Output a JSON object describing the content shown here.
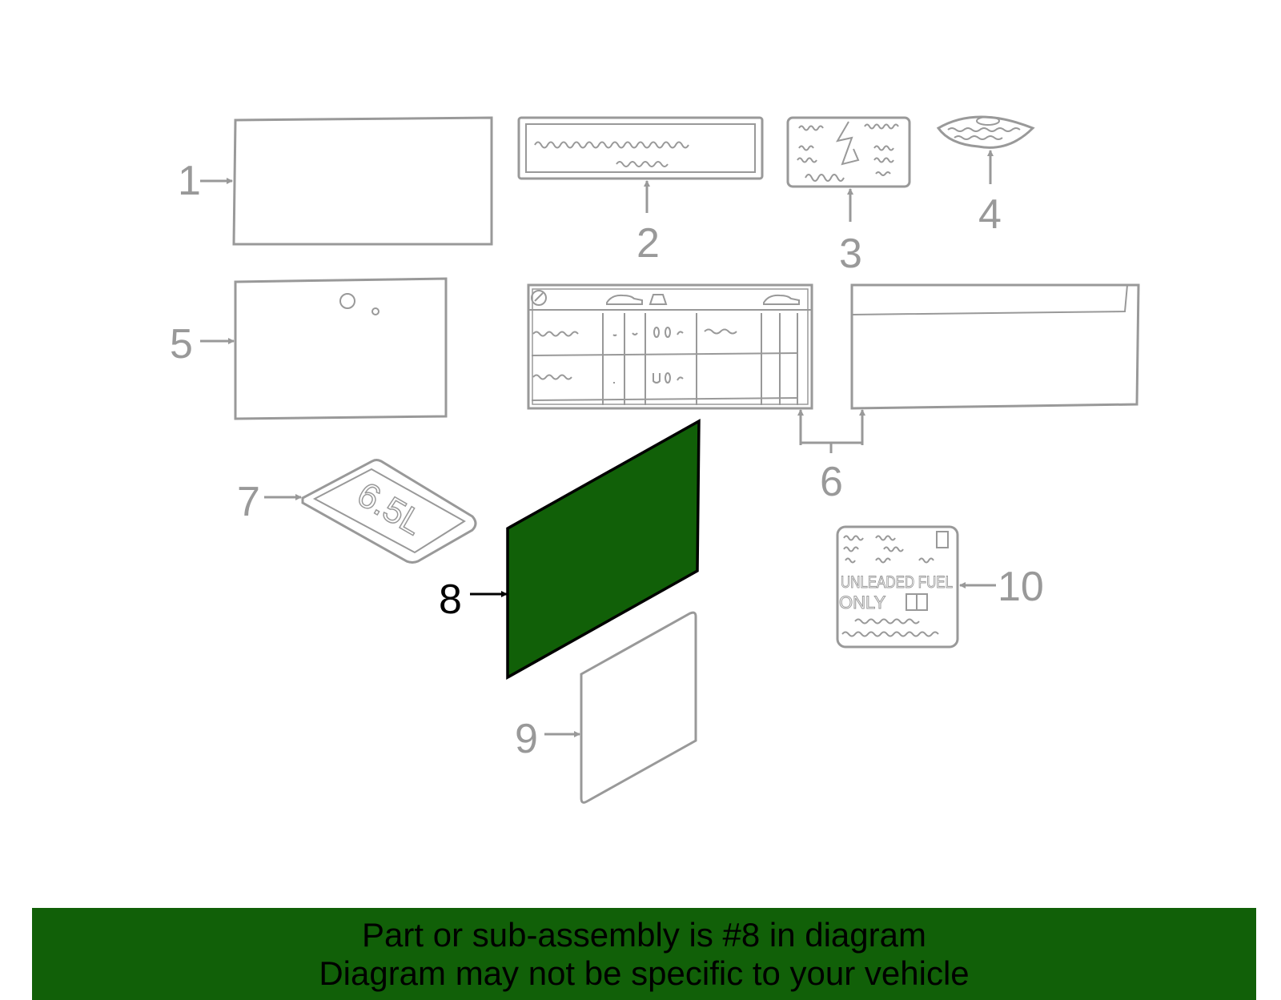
{
  "colors": {
    "line": "#999999",
    "highlight_fill": "#116008",
    "highlight_stroke": "#000000",
    "banner_bg": "#116008",
    "banner_text": "#000000",
    "background": "#ffffff"
  },
  "callouts": {
    "n1": "1",
    "n2": "2",
    "n3": "3",
    "n4": "4",
    "n5": "5",
    "n6": "6",
    "n7": "7",
    "n8": "8",
    "n9": "9",
    "n10": "10"
  },
  "label_text": {
    "engine_size": "6.5L",
    "fuel_line1": "UNLEADED FUEL",
    "fuel_line2": "ONLY"
  },
  "highlighted_part": "8",
  "banner": {
    "line1": "Part or sub-assembly is #8 in diagram",
    "line2": "Diagram may not be specific to your vehicle"
  }
}
